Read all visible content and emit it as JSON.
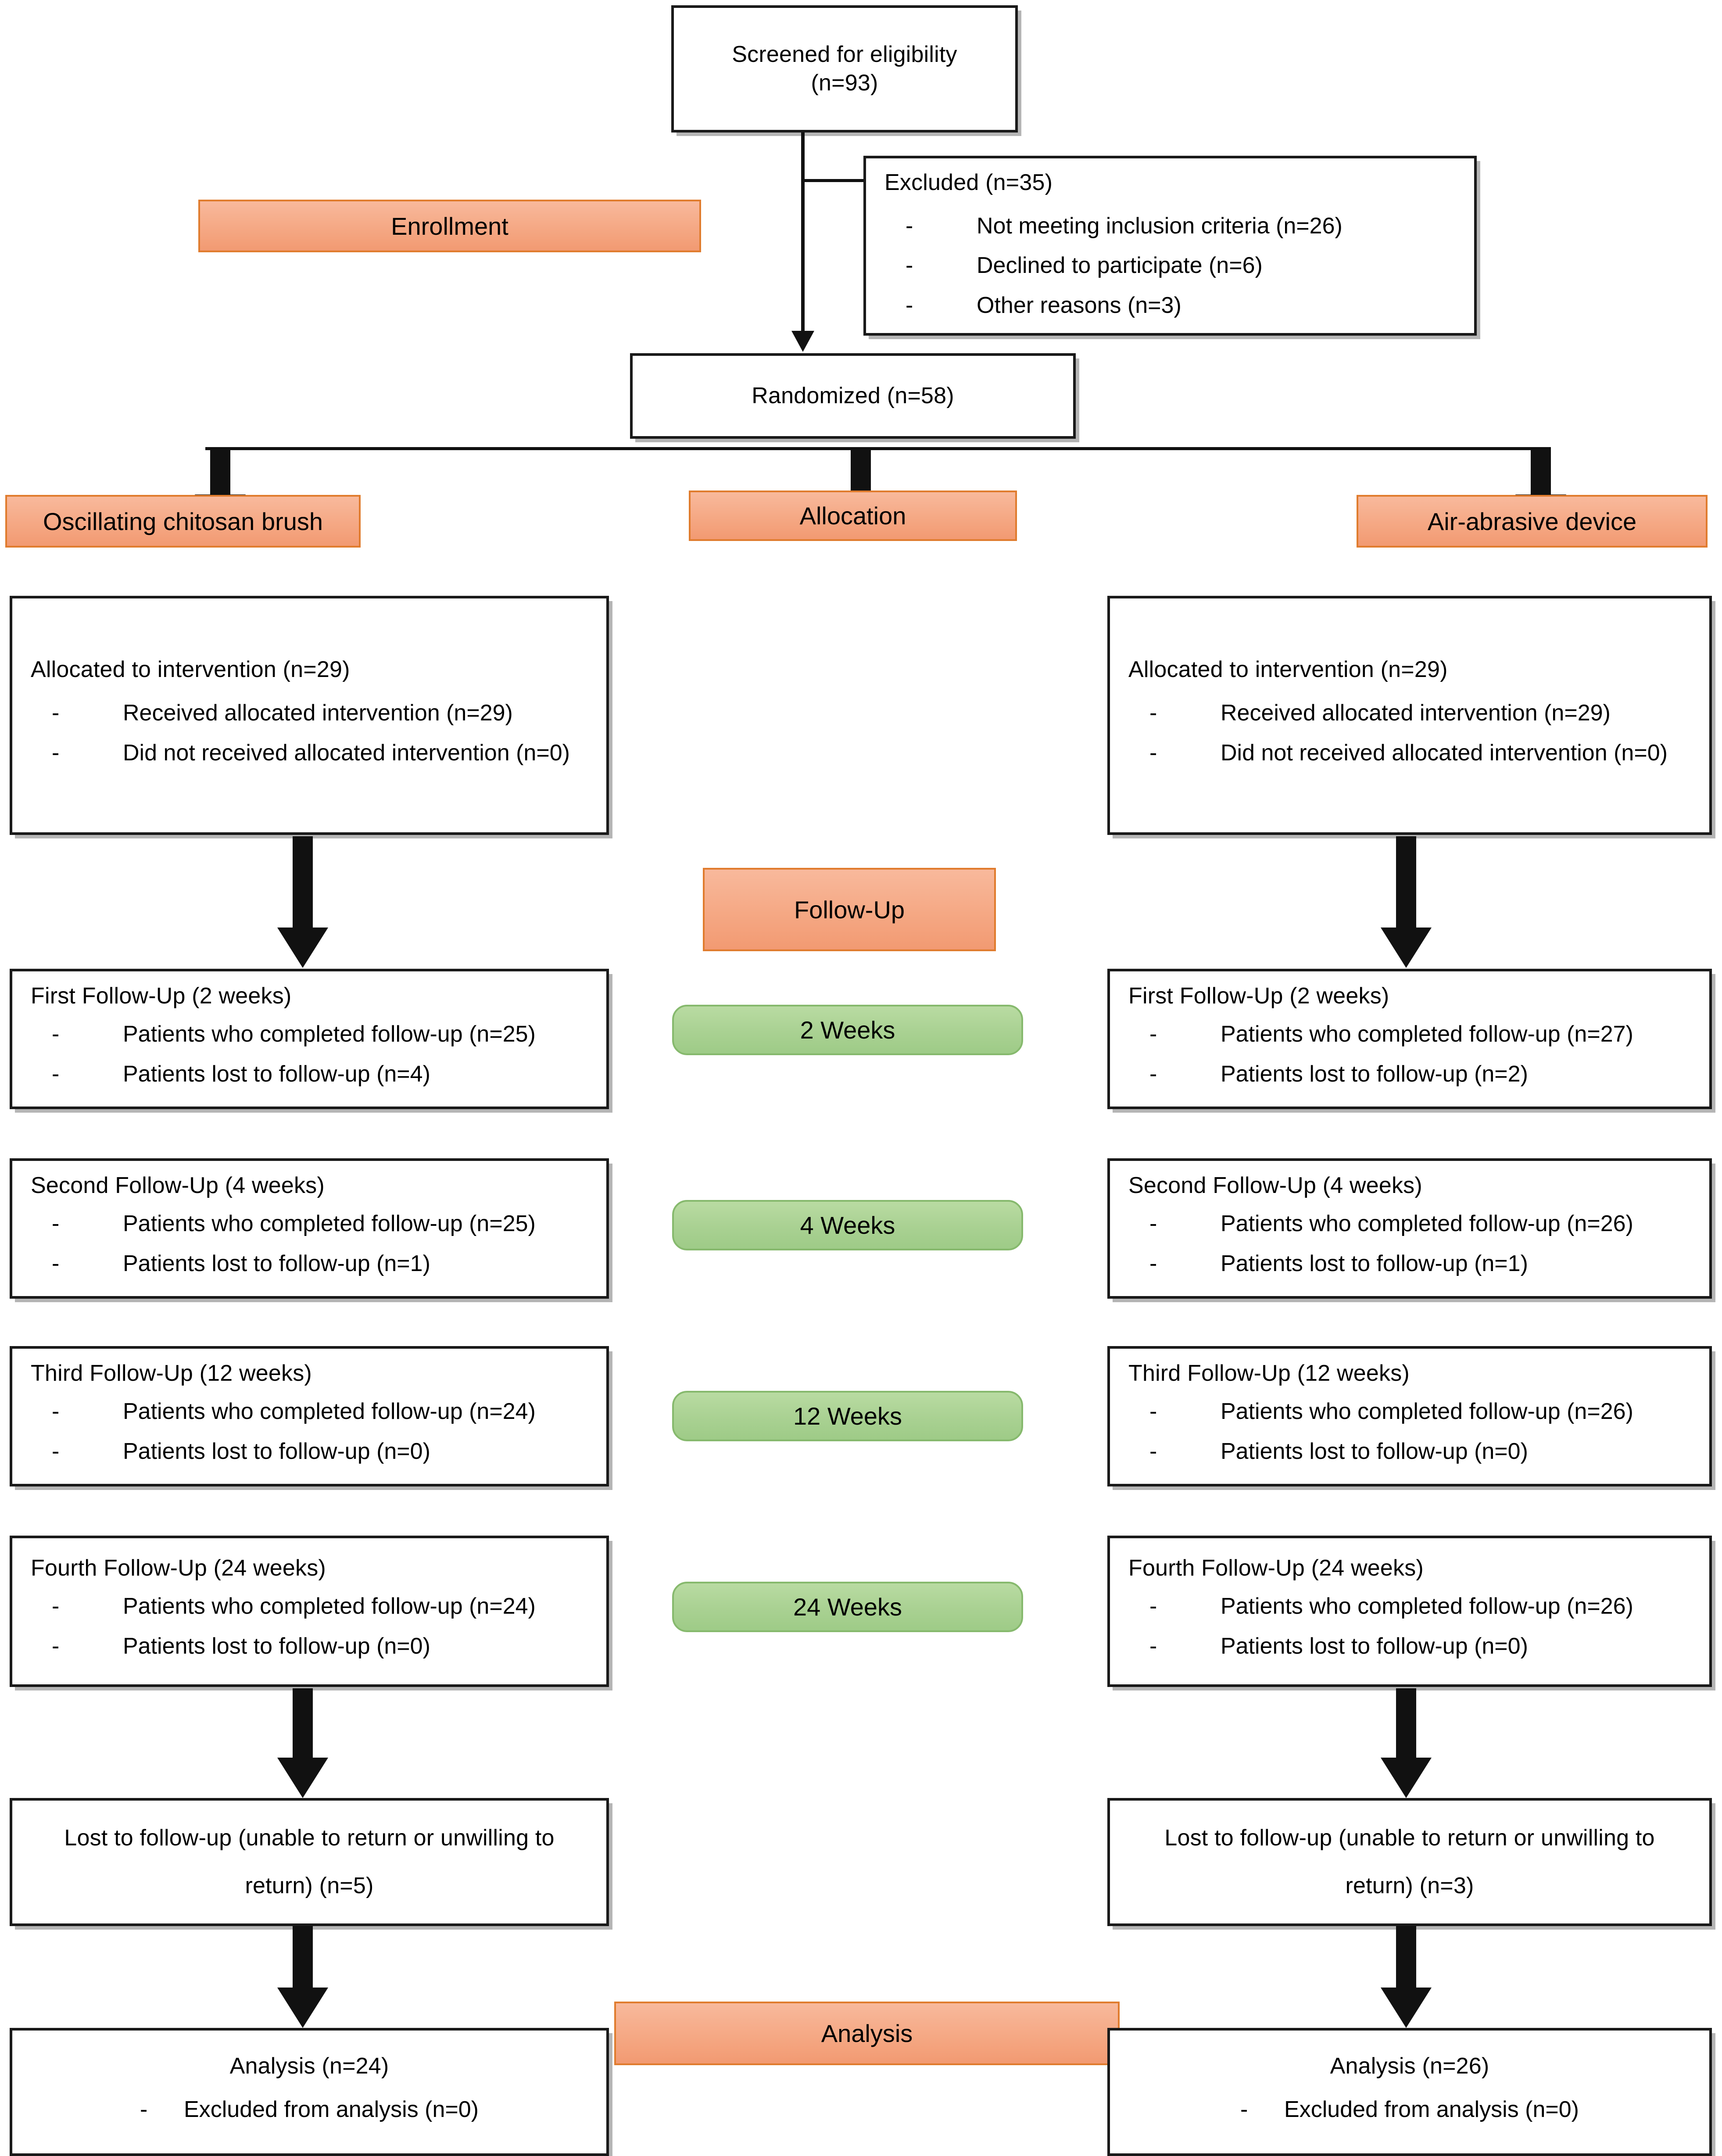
{
  "diagram": {
    "type": "consort-flow-diagram",
    "colors": {
      "banner_fill": "#f5a884",
      "banner_border": "#e07c2e",
      "pill_fill": "#a9d192",
      "pill_border": "#86b96d",
      "box_border": "#1a1a1a",
      "background": "#ffffff",
      "text": "#000000"
    }
  },
  "screening": {
    "title": "Screened for eligibility",
    "count": "(n=93)"
  },
  "excluded": {
    "title": "Excluded (n=35)",
    "reasons": [
      "Not meeting inclusion criteria (n=26)",
      "Declined to participate (n=6)",
      "Other reasons (n=3)"
    ]
  },
  "stages": {
    "enrollment": "Enrollment",
    "allocation": "Allocation",
    "follow_up": "Follow-Up",
    "analysis": "Analysis"
  },
  "randomized": {
    "title": "Randomized (n=58)"
  },
  "arms": {
    "left_label": "Oscillating chitosan brush",
    "right_label": "Air-abrasive device"
  },
  "week_pills": [
    "2 Weeks",
    "4 Weeks",
    "12 Weeks",
    "24 Weeks"
  ],
  "left_arm": {
    "allocated": {
      "title": "Allocated to intervention (n=29)",
      "items": [
        "Received allocated intervention (n=29)",
        "Did not received allocated intervention (n=0)"
      ]
    },
    "followups": [
      {
        "title": "First Follow-Up (2 weeks)",
        "items": [
          "Patients who completed follow-up (n=25)",
          "Patients lost to follow-up (n=4)"
        ]
      },
      {
        "title": "Second Follow-Up (4 weeks)",
        "items": [
          "Patients who completed follow-up (n=25)",
          "Patients lost to follow-up (n=1)"
        ]
      },
      {
        "title": "Third Follow-Up (12 weeks)",
        "items": [
          "Patients who completed follow-up (n=24)",
          "Patients lost to follow-up (n=0)"
        ]
      },
      {
        "title": "Fourth Follow-Up (24 weeks)",
        "items": [
          "Patients who completed follow-up (n=24)",
          "Patients lost to follow-up (n=0)"
        ]
      }
    ],
    "lost": {
      "line1": "Lost to follow-up (unable to return or unwilling to",
      "line2": "return) (n=5)"
    },
    "analysis": {
      "title": "Analysis (n=24)",
      "items": [
        "Excluded from analysis (n=0)"
      ]
    }
  },
  "right_arm": {
    "allocated": {
      "title": "Allocated to intervention (n=29)",
      "items": [
        "Received allocated intervention (n=29)",
        "Did not received allocated intervention (n=0)"
      ]
    },
    "followups": [
      {
        "title": "First Follow-Up (2 weeks)",
        "items": [
          "Patients who completed follow-up (n=27)",
          "Patients lost to follow-up (n=2)"
        ]
      },
      {
        "title": "Second Follow-Up (4 weeks)",
        "items": [
          "Patients who completed follow-up (n=26)",
          "Patients lost to follow-up (n=1)"
        ]
      },
      {
        "title": "Third Follow-Up (12 weeks)",
        "items": [
          "Patients who completed follow-up (n=26)",
          "Patients lost to follow-up (n=0)"
        ]
      },
      {
        "title": "Fourth Follow-Up (24 weeks)",
        "items": [
          "Patients who completed follow-up (n=26)",
          "Patients lost to follow-up (n=0)"
        ]
      }
    ],
    "lost": {
      "line1": "Lost to follow-up (unable to return or unwilling to",
      "line2": "return) (n=3)"
    },
    "analysis": {
      "title": "Analysis (n=26)",
      "items": [
        "Excluded from analysis (n=0)"
      ]
    }
  },
  "bullet_glyph": "-"
}
